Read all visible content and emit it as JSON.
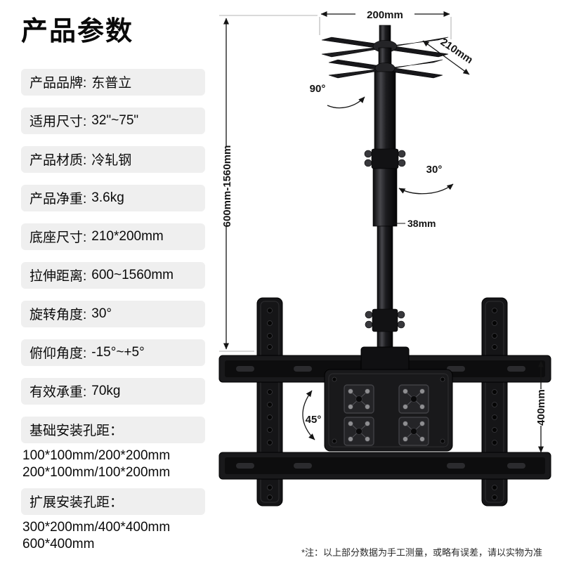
{
  "page": {
    "title": "产品参数"
  },
  "specs": [
    {
      "label": "产品品牌:",
      "value": "东普立"
    },
    {
      "label": "适用尺寸:",
      "value": "32\"~75\""
    },
    {
      "label": "产品材质:",
      "value": "冷轧钢"
    },
    {
      "label": "产品净重:",
      "value": "3.6kg"
    },
    {
      "label": "底座尺寸:",
      "value": "210*200mm"
    },
    {
      "label": "拉伸距离:",
      "value": "600~1560mm"
    },
    {
      "label": "旋转角度:",
      "value": "30°"
    },
    {
      "label": "俯仰角度:",
      "value": "-15°~+5°"
    },
    {
      "label": "有效承重:",
      "value": "70kg"
    }
  ],
  "mount_holes": {
    "basic_label": "基础安装孔距：",
    "basic_lines": [
      "100*100mm/200*200mm",
      "200*100mm/100*200mm"
    ],
    "extended_label": "扩展安装孔距：",
    "extended_lines": [
      "300*200mm/400*400mm",
      "600*400mm"
    ]
  },
  "diagram": {
    "dim_top_width": "200mm",
    "dim_top_depth": "210mm",
    "angle_top": "90°",
    "dim_height_range": "600mm-1560mm",
    "angle_rotate": "30°",
    "dim_pole": "38mm",
    "angle_tilt": "45°",
    "dim_bracket_height": "400mm",
    "note": "*注：以上部分数据为手工测量，或略有误差，请以实物为准"
  },
  "colors": {
    "metal_black": "#151517",
    "spec_bar_gray": "#efefef",
    "dim_line": "#141414"
  }
}
